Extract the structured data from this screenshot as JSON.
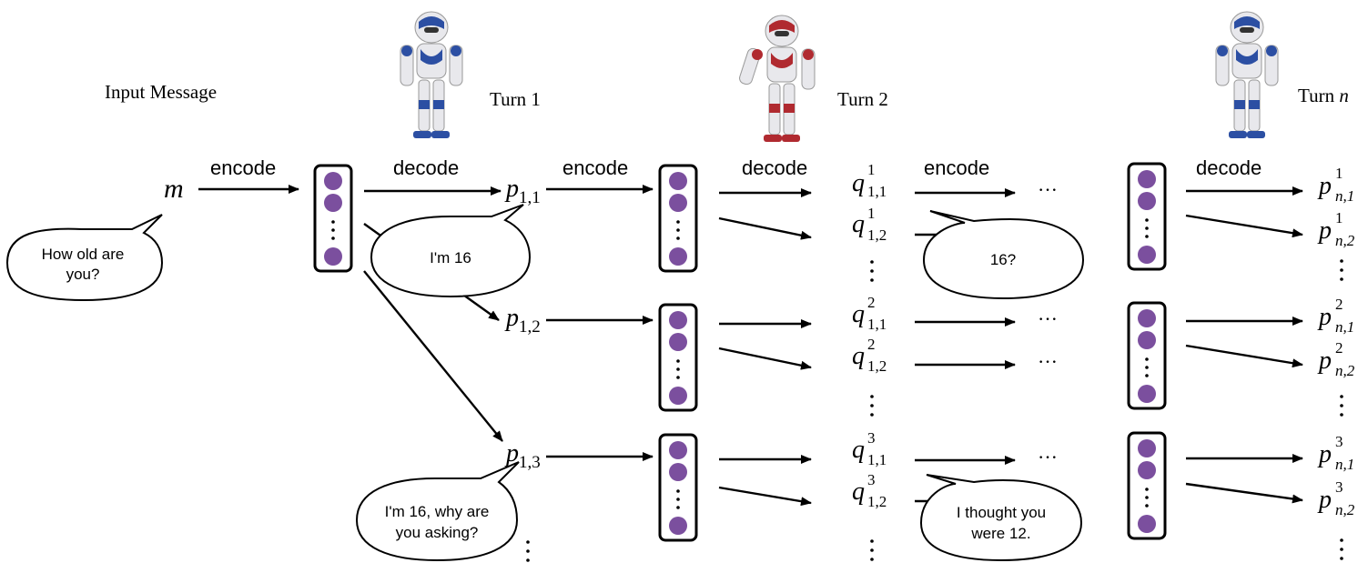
{
  "header": {
    "input_label": "Input Message",
    "turn1": "Turn 1",
    "turn2": "Turn 2",
    "turnN_prefix": "Turn ",
    "turnN_var": "n"
  },
  "labels": {
    "encode": "encode",
    "decode": "decode",
    "message_symbol": "m",
    "ellipsis": "···"
  },
  "bubbles": {
    "question": [
      "How old are",
      "you?"
    ],
    "reply1": [
      "I'm 16"
    ],
    "reply3": [
      "I'm 16, why are",
      "you asking?"
    ],
    "reply_turn2_a": [
      "16?"
    ],
    "reply_turn2_b": [
      "I thought you",
      "were 12."
    ]
  },
  "symbols": {
    "p11": {
      "base": "p",
      "sup": "",
      "sub": "1,1"
    },
    "p12": {
      "base": "p",
      "sup": "",
      "sub": "1,2"
    },
    "p13": {
      "base": "p",
      "sup": "",
      "sub": "1,3"
    },
    "q111": {
      "base": "q",
      "sup": "1",
      "sub": "1,1"
    },
    "q112": {
      "base": "q",
      "sup": "1",
      "sub": "1,2"
    },
    "q211": {
      "base": "q",
      "sup": "2",
      "sub": "1,1"
    },
    "q212": {
      "base": "q",
      "sup": "2",
      "sub": "1,2"
    },
    "q311": {
      "base": "q",
      "sup": "3",
      "sub": "1,1"
    },
    "q312": {
      "base": "q",
      "sup": "3",
      "sub": "1,2"
    },
    "pn11": {
      "base": "p",
      "sup": "1",
      "sub": "n,1"
    },
    "pn12": {
      "base": "p",
      "sup": "1",
      "sub": "n,2"
    },
    "pn21": {
      "base": "p",
      "sup": "2",
      "sub": "n,1"
    },
    "pn22": {
      "base": "p",
      "sup": "2",
      "sub": "n,2"
    },
    "pn31": {
      "base": "p",
      "sup": "3",
      "sub": "n,1"
    },
    "pn32": {
      "base": "p",
      "sup": "3",
      "sub": "n,2"
    }
  },
  "colors": {
    "node": "#7b4f9e",
    "robot_blue": "#2c4fa3",
    "robot_red": "#b02a30",
    "robot_body": "#e8e8ec"
  }
}
